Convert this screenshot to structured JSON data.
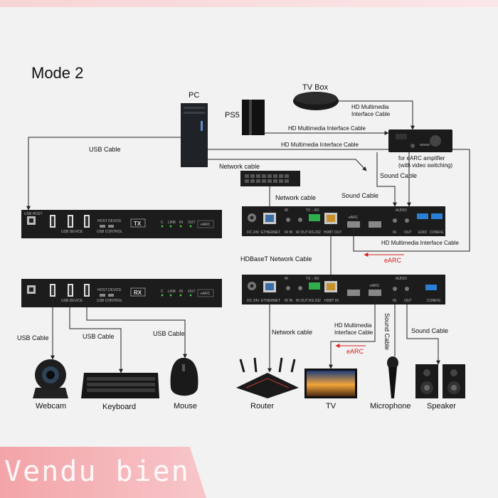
{
  "title": "Mode 2",
  "labels": {
    "pc": "PC",
    "ps5": "PS5",
    "tv_box": "TV Box",
    "amplifier": "for eARC amplifier\n(with video switching)",
    "webcam": "Webcam",
    "keyboard": "Keyboard",
    "mouse": "Mouse",
    "router": "Router",
    "tv": "TV",
    "microphone": "Microphone",
    "speaker": "Speaker"
  },
  "cables": {
    "usb_top": "USB Cable",
    "hdmi_tvbox": "HD Multimedia\nInterface Cable",
    "hdmi_ps5": "HD Multimedia Interface Cable",
    "hdmi_pc": "HD Multimedia Interface Cable",
    "network_pc": "Network cable",
    "sound_1": "Sound Cable",
    "sound_2": "Sound Cable",
    "network_switch": "Network cable",
    "hdmi_return": "HD Multimedia Interface Cable",
    "earc_top": "eARC",
    "hdbaset": "HDBaseT Network Cable",
    "usb_webcam": "USB Cable",
    "usb_keyboard": "USB Cable",
    "usb_mouse": "USB Cable",
    "network_router": "Network cable",
    "hdmi_tv": "HD Multimedia\nInterface Cable",
    "earc_bottom": "eARC",
    "sound_vertical": "Sound Cable",
    "sound_speaker": "Sound Cable"
  },
  "panels": {
    "tx": {
      "badge": "TX",
      "usb_host": "USB HOST",
      "usb_device": "USB DEVICE",
      "usb_control": "USB CONTROL",
      "host": "HOST",
      "device": "DEVICE",
      "leds": [
        "C",
        "LINK",
        "IN",
        "OUT"
      ],
      "earc": "eARC"
    },
    "rx": {
      "badge": "RX",
      "usb_device": "USB DEVICE",
      "usb_control": "USB CONTROL",
      "host": "HOST",
      "device": "DEVICE",
      "leds": [
        "C",
        "LINK",
        "IN",
        "OUT"
      ],
      "earc": "eARC"
    },
    "tx_rear": {
      "ports": [
        "DC 24V",
        "ETHERNET",
        "IR IN",
        "IR OUT",
        "RS-232",
        "HDBT OUT",
        "eARC",
        "IN",
        "OUT",
        "EDID",
        "CONFIG"
      ],
      "ir": "IR",
      "txrx": "TX  ↓  RX",
      "audio": "AUDIO"
    },
    "rx_rear": {
      "ports": [
        "DC 24V",
        "ETHERNET",
        "IR IN",
        "IR OUT",
        "RS-232",
        "HDBT IN",
        "eARC",
        "IN",
        "OUT",
        "CONFIG"
      ],
      "ir": "IR",
      "txrx": "TX  ↓  RX",
      "audio": "AUDIO"
    }
  },
  "watermark": "Vendu bien",
  "colors": {
    "line": "#222222",
    "earc_red": "#d4201c",
    "panel": "#1c1c1c",
    "led_green": "#3fc94a",
    "dip_blue": "#2a7fd4",
    "terminal_green": "#2fae4d",
    "watermark_pink": "#f3a4a8"
  }
}
